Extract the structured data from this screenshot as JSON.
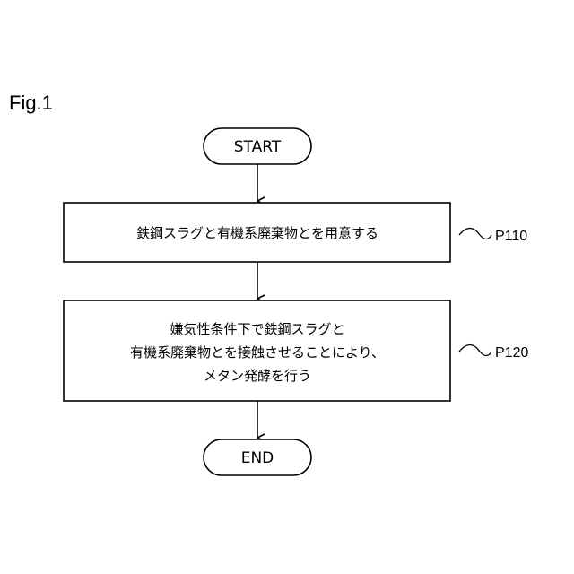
{
  "figure": {
    "label": "Fig.1"
  },
  "flowchart": {
    "start": "START",
    "end": "END",
    "steps": [
      {
        "ref": "P110",
        "lines": [
          "鉄鋼スラグと有機系廃棄物とを用意する"
        ]
      },
      {
        "ref": "P120",
        "lines": [
          "嫌気性条件下で鉄鋼スラグと",
          "有機系廃棄物とを接触させることにより、",
          "メタン発酵を行う"
        ]
      }
    ]
  }
}
